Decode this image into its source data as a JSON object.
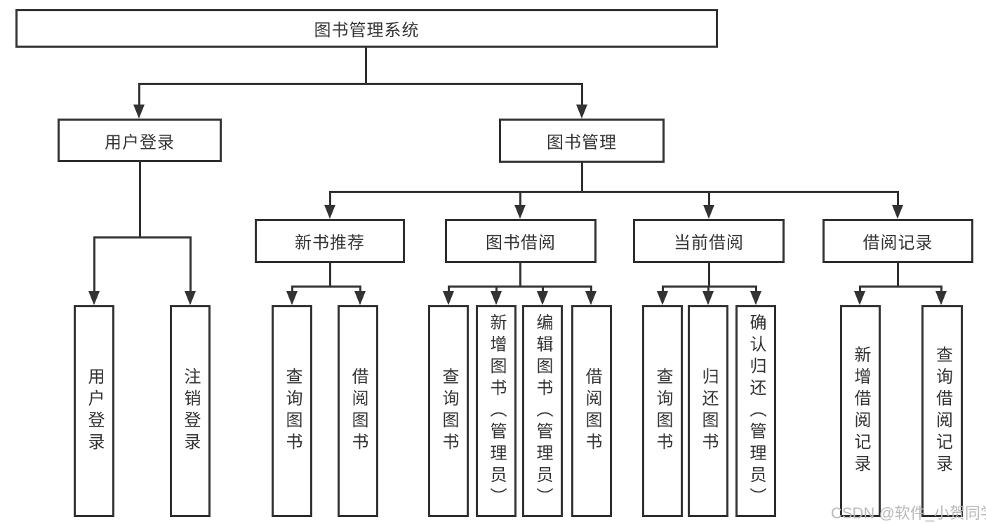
{
  "tree": {
    "root": {
      "label": "图书管理系统"
    },
    "branches": [
      {
        "label": "用户登录",
        "children": [
          {
            "label": "用户登录"
          },
          {
            "label": "注销登录"
          }
        ]
      },
      {
        "label": "图书管理",
        "children": [
          {
            "label": "新书推荐",
            "children": [
              {
                "label": "查询图书"
              },
              {
                "label": "借阅图书"
              }
            ]
          },
          {
            "label": "图书借阅",
            "children": [
              {
                "label": "查询图书"
              },
              {
                "label": "新增图书（管理员）"
              },
              {
                "label": "编辑图书（管理员）"
              },
              {
                "label": "借阅图书"
              }
            ]
          },
          {
            "label": "当前借阅",
            "children": [
              {
                "label": "查询图书"
              },
              {
                "label": "归还图书"
              },
              {
                "label": "确认归还（管理员）"
              }
            ]
          },
          {
            "label": "借阅记录",
            "children": [
              {
                "label": "新增借阅记录"
              },
              {
                "label": "查询借阅记录"
              }
            ]
          }
        ]
      }
    ]
  },
  "watermark": {
    "text": "CSDN @软件_小贺同学"
  },
  "colors": {
    "line": "#333333",
    "text": "#333333",
    "box_fill": "#ffffff",
    "background": "#ffffff",
    "watermark": "#b9b9b9"
  }
}
